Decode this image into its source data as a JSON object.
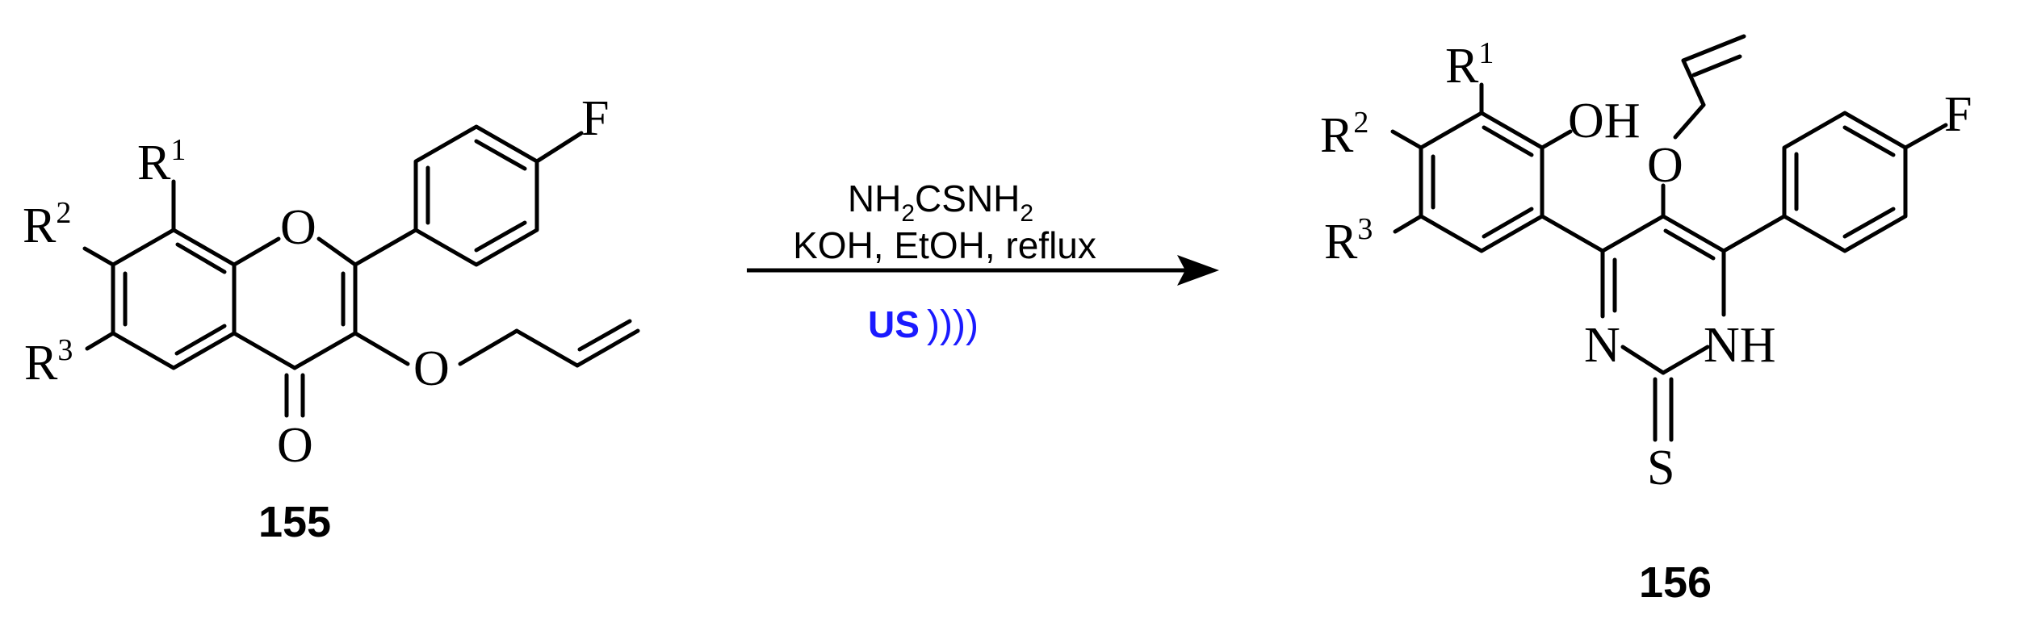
{
  "compound_left": {
    "number": "155",
    "r1": "R",
    "r1_sup": "1",
    "r2": "R",
    "r2_sup": "2",
    "r3": "R",
    "r3_sup": "3",
    "ring_oxygen": "O",
    "carbonyl_oxygen": "O",
    "ether_oxygen": "O",
    "fluorine": "F"
  },
  "reaction": {
    "reagent_line1": "NH2CSNH2",
    "reagent_line2": "KOH, EtOH, reflux",
    "ultrasound_label": "US",
    "ultrasound_waves": "))))",
    "ultrasound_color": "#1a1aff"
  },
  "compound_right": {
    "number": "156",
    "r1": "R",
    "r1_sup": "1",
    "r2": "R",
    "r2_sup": "2",
    "r3": "R",
    "r3_sup": "3",
    "hydroxyl": "OH",
    "ether_oxygen": "O",
    "fluorine": "F",
    "ring_nitrogen": "N",
    "ring_nh": "NH",
    "sulfur": "S"
  }
}
